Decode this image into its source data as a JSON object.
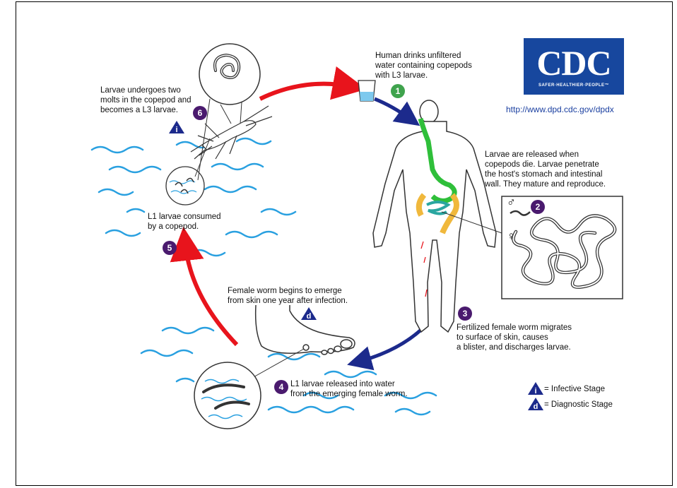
{
  "logo": {
    "main": "CDC",
    "tagline": "SAFER·HEALTHIER·PEOPLE™",
    "color": "#17479e"
  },
  "url": "http://www.dpd.cdc.gov/dpdx",
  "stages": [
    {
      "num": "1",
      "color": "#3fa34d",
      "text": "Human drinks unfiltered\nwater containing copepods\nwith L3 larvae."
    },
    {
      "num": "2",
      "color": "#4a1a6e",
      "text": "Larvae are released when\ncopepods die.  Larvae penetrate\nthe host's stomach and intestinal\nwall.  They mature and reproduce."
    },
    {
      "num": "3",
      "color": "#4a1a6e",
      "text": "Fertilized female worm migrates\nto surface of skin, causes\na blister, and discharges larvae."
    },
    {
      "num": "4",
      "color": "#4a1a6e",
      "text": "L1 larvae released into water\nfrom the emerging female worm."
    },
    {
      "num": "5",
      "color": "#4a1a6e",
      "text": "L1 larvae consumed\nby a copepod."
    },
    {
      "num": "6",
      "color": "#4a1a6e",
      "text": "Larvae undergoes two\nmolts in the copepod and\nbecomes a L3 larvae."
    }
  ],
  "female_worm_text": "Female worm begins to emerge\nfrom skin one year after infection.",
  "sex_symbols": {
    "male": "♂",
    "female": "♀"
  },
  "legend": {
    "infective_letter": "i",
    "infective_label": "= Infective Stage",
    "diagnostic_letter": "d",
    "diagnostic_label": "= Diagnostic Stage"
  },
  "colors": {
    "red_arrow": "#e8141c",
    "blue_arrow": "#1c2a8c",
    "water": "#29a0e0",
    "gut_green": "#2fbf3a",
    "gut_yellow": "#f0b83c",
    "gut_teal": "#2aa6a0"
  }
}
